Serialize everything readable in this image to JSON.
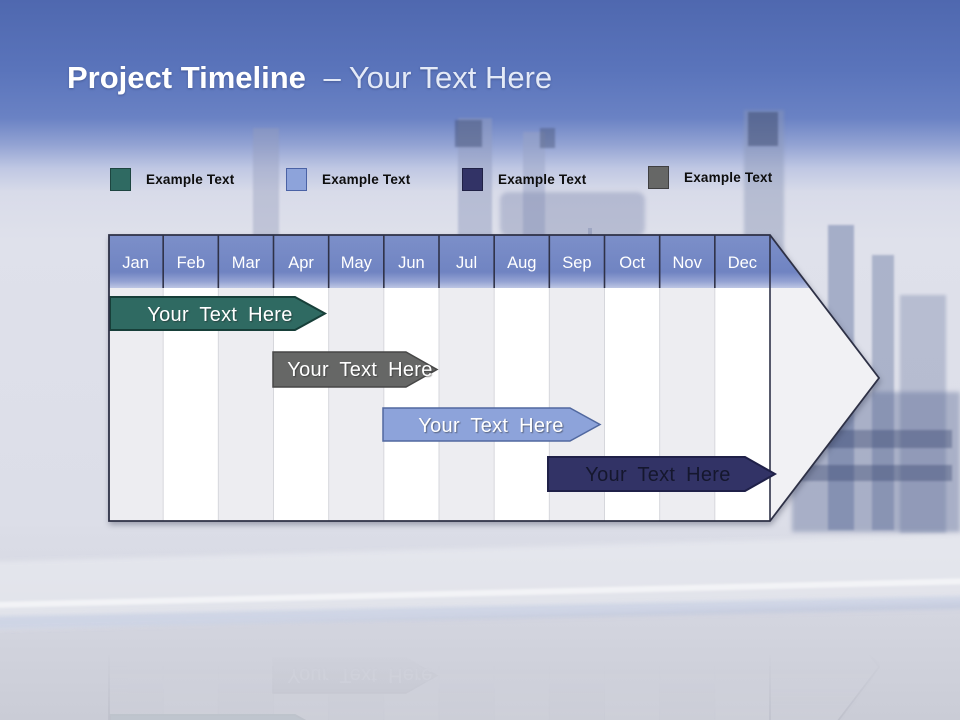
{
  "title": {
    "bold": "Project Timeline",
    "light": "– Your Text Here"
  },
  "legend": {
    "items": [
      {
        "label": "Example Text",
        "color_key": "teal"
      },
      {
        "label": "Example Text",
        "color_key": "light_blue"
      },
      {
        "label": "Example Text",
        "color_key": "navy"
      },
      {
        "label": "Example Text",
        "color_key": "gray"
      }
    ]
  },
  "timeline": {
    "months": [
      "Jan",
      "Feb",
      "Mar",
      "Apr",
      "May",
      "Jun",
      "Jul",
      "Aug",
      "Sep",
      "Oct",
      "Nov",
      "Dec"
    ],
    "bars": [
      {
        "label": "Your Text Here",
        "color_key": "teal",
        "approx_span": "Jan–Apr"
      },
      {
        "label": "Your Text Here",
        "color_key": "gray",
        "approx_span": "Apr–Jun"
      },
      {
        "label": "Your Text Here",
        "color_key": "light_blue",
        "approx_span": "Jun–Sep"
      },
      {
        "label": "Your Text Here",
        "color_key": "navy",
        "approx_span": "Sep–Dec"
      }
    ]
  },
  "colors": {
    "teal": "#2f6a62",
    "light_blue": "#8da3da",
    "navy": "#323366",
    "gray": "#666766",
    "header_blue": "#7387c4",
    "outline": "#2e3146",
    "title_accent": "#e4eaf7"
  }
}
